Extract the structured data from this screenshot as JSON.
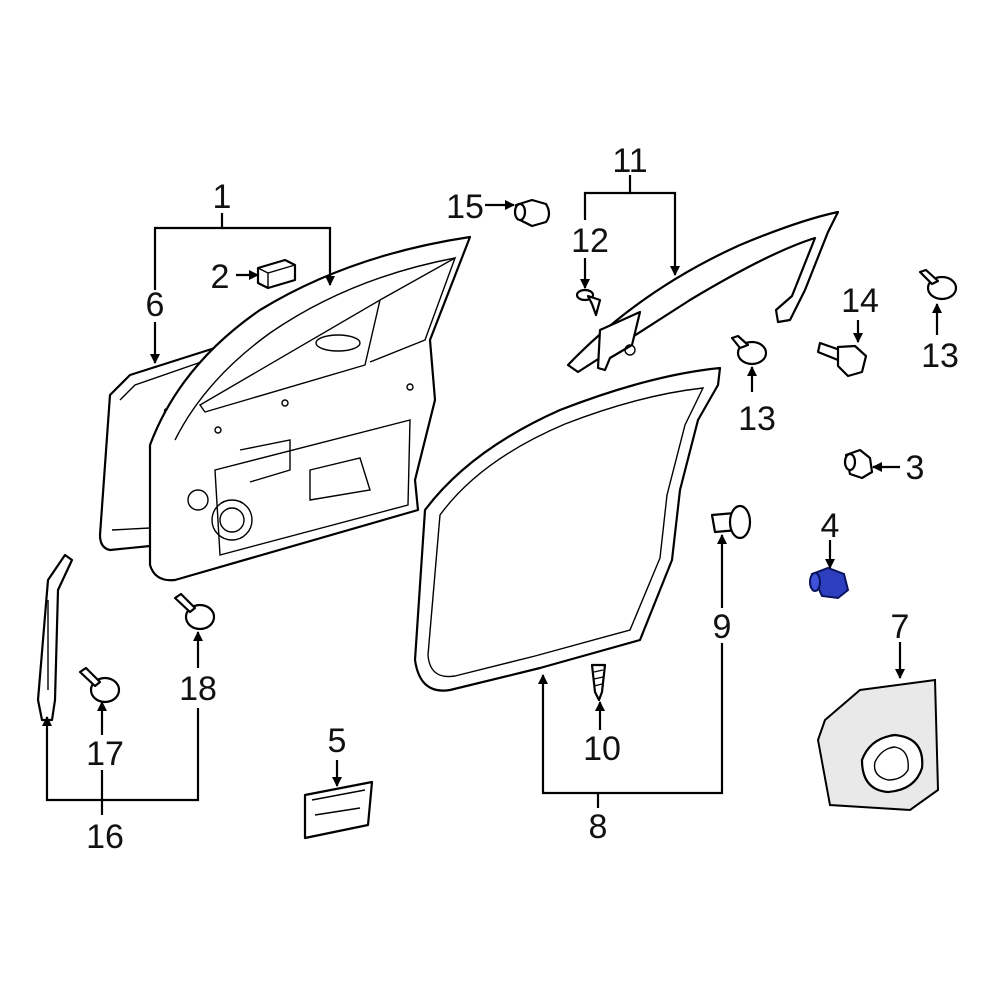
{
  "callouts": {
    "c1": "1",
    "c2": "2",
    "c3": "3",
    "c4": "4",
    "c5": "5",
    "c6": "6",
    "c7": "7",
    "c8": "8",
    "c9": "9",
    "c10": "10",
    "c11": "11",
    "c12": "12",
    "c13a": "13",
    "c13b": "13",
    "c14": "14",
    "c15": "15",
    "c16": "16",
    "c17": "17",
    "c18": "18"
  },
  "colors": {
    "highlight_part": "#2d3fbf",
    "line": "#000000"
  }
}
